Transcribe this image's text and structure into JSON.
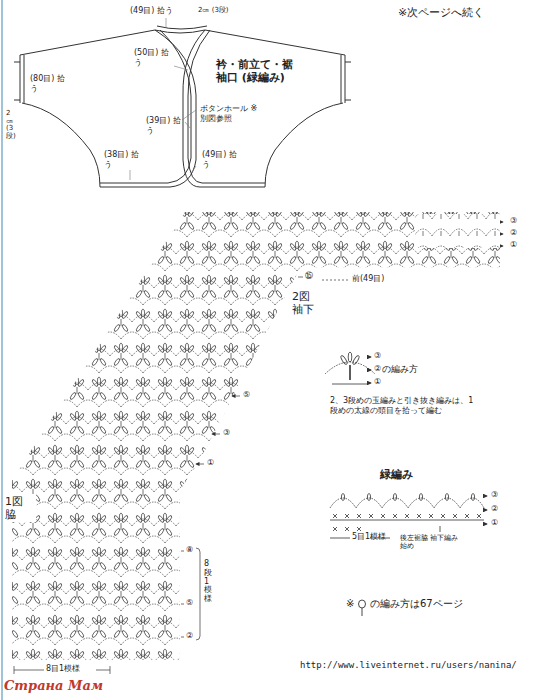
{
  "diagram": {
    "labels": [
      "※次ページへ続く",
      "(49目) 拾う",
      "2㎝ (3段)",
      "衿・前立て・裾 袖口 (緑編み)",
      "(50目) 拾う",
      "ボタンホール ※別図参照",
      "(39目) 拾う",
      "(80目) 拾う",
      "2㎝ (3段)",
      "(38目) 拾う",
      "(49目) 拾う",
      "前(49目)",
      "2図 袖下",
      "1図 脇",
      "8段1模様",
      "8目1模様",
      "の編み方",
      "2、3段めの玉編みと引き抜き編みは、1段めの太線の頭目を拾って編む",
      "緑編み",
      "5目1模様",
      "後左裾脇 袖下編み始め",
      "※",
      "の編み方は67ページ",
      "http://www.liveinternet.ru/users/nanina/",
      "Страна Мам",
      "③",
      "②",
      "①",
      "⑮",
      "⑤",
      "③",
      "①",
      "⑧",
      "⑤",
      "②",
      "③",
      "②",
      "①",
      "③",
      "②",
      "①"
    ]
  }
}
